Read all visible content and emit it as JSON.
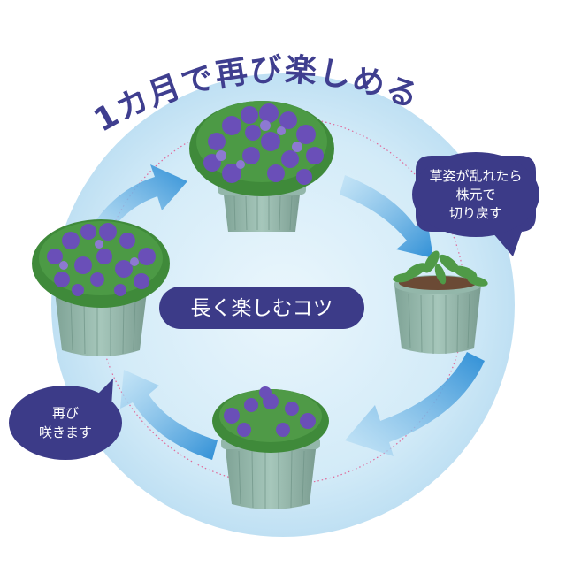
{
  "title": "1カ月で再び楽しめる",
  "center_label": "長く楽しむコツ",
  "callout_right": [
    "草姿が乱れたら",
    "株元で",
    "切り戻す"
  ],
  "callout_left": [
    "再び",
    "咲きます"
  ],
  "colors": {
    "title": "#3f3e8f",
    "circle": "#d6ebf7",
    "badge": "#3c3b88",
    "arrow": "#4a9fd9",
    "pot": "#8fb3a7",
    "flower": "#6a4fb8",
    "leaf": "#3f8a3a"
  }
}
